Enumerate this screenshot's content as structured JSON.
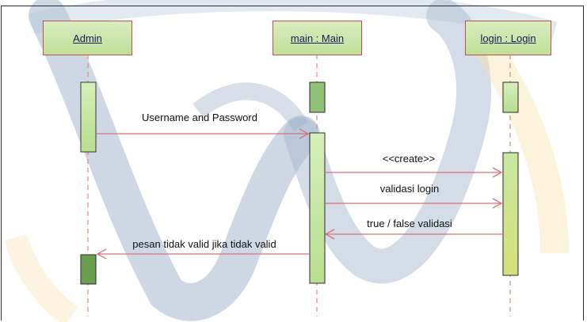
{
  "lifelines": [
    {
      "id": "admin",
      "label": "Admin"
    },
    {
      "id": "main",
      "label": "main : Main"
    },
    {
      "id": "login",
      "label": "login : Login"
    }
  ],
  "messages": [
    {
      "label": "Username and Password",
      "from": "admin",
      "to": "main",
      "kind": "call"
    },
    {
      "label": "<<create>>",
      "from": "main",
      "to": "login",
      "kind": "call"
    },
    {
      "label": "validasi login",
      "from": "main",
      "to": "login",
      "kind": "call"
    },
    {
      "label": "true / false validasi",
      "from": "login",
      "to": "main",
      "kind": "return"
    },
    {
      "label": "pesan tidak valid jika tidak valid",
      "from": "main",
      "to": "admin",
      "kind": "return"
    }
  ],
  "colors": {
    "lifeline_border": "#c0504d",
    "message_line": "#d9707a",
    "activation_fill": "#c6e6a4",
    "activation_dark_fill": "#6b9f50",
    "watermark": "#5d7fa7",
    "watermark_accent": "#f2cf76"
  }
}
